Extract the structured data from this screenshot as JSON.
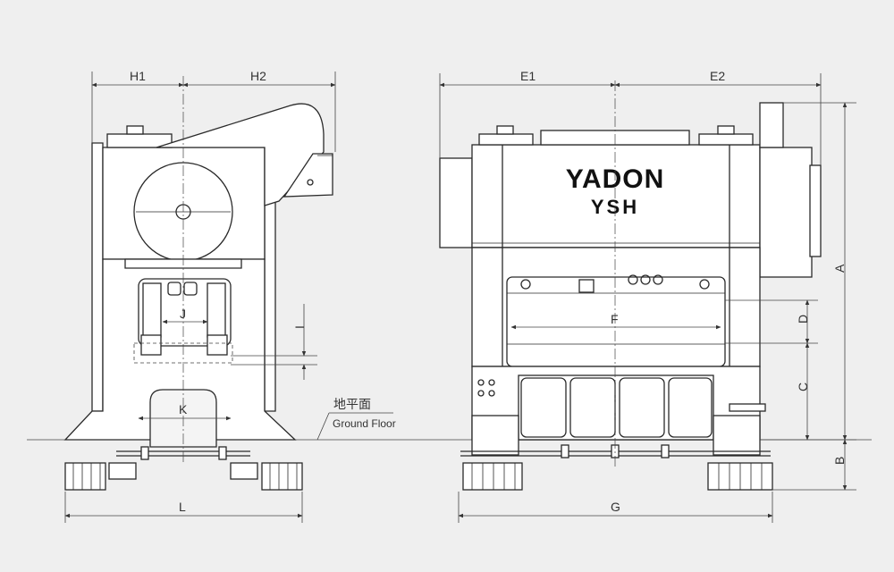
{
  "brand": {
    "logo_text": "YADON",
    "model": "YSH"
  },
  "labels": {
    "floor_cn": "地平面",
    "floor_en": "Ground Floor"
  },
  "dimensions": {
    "H1": "H1",
    "H2": "H2",
    "E1": "E1",
    "E2": "E2",
    "A": "A",
    "B": "B",
    "C": "C",
    "D": "D",
    "F": "F",
    "G": "G",
    "I": "I",
    "J": "J",
    "K": "K",
    "L": "L"
  },
  "colors": {
    "background": "#efefef",
    "line": "#2a2a2a"
  }
}
